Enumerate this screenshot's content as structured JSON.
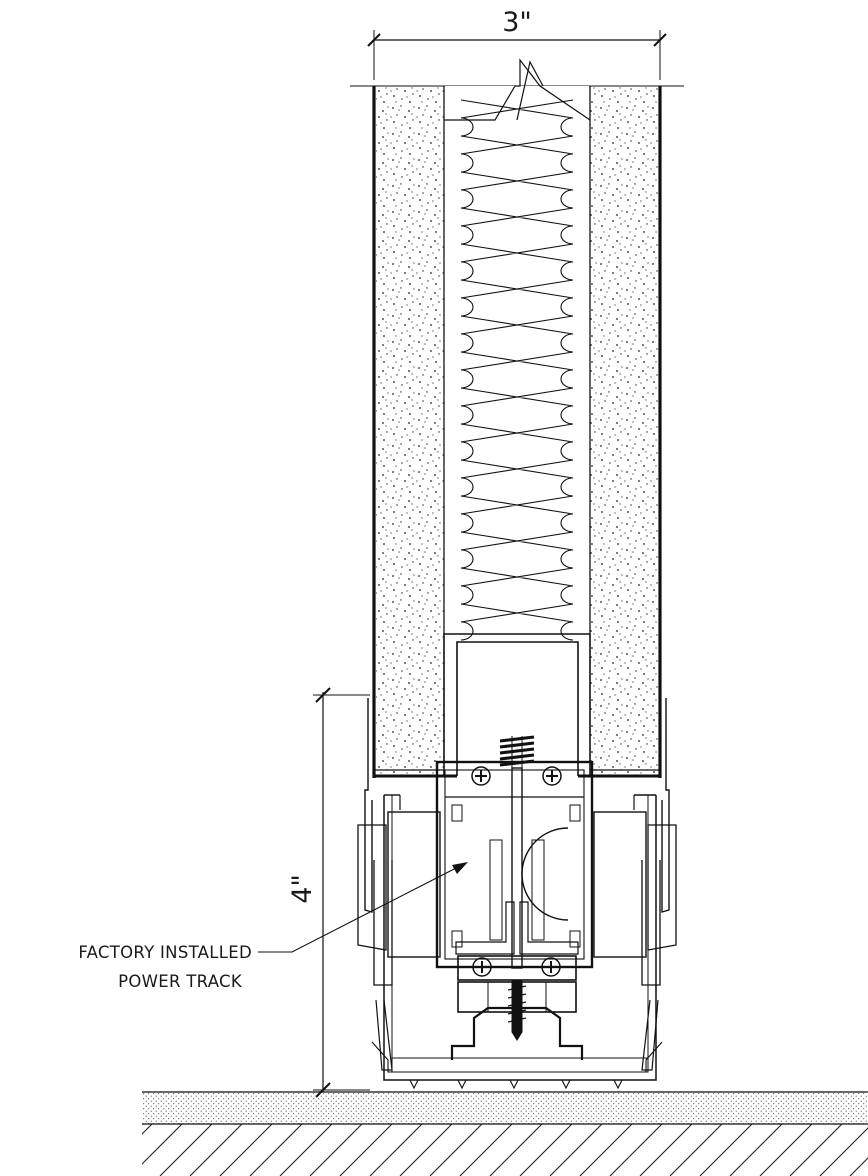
{
  "dimensions": {
    "panel_width": "3\"",
    "base_height": "4\""
  },
  "callout": {
    "line1": "FACTORY INSTALLED",
    "line2": "POWER TRACK"
  }
}
